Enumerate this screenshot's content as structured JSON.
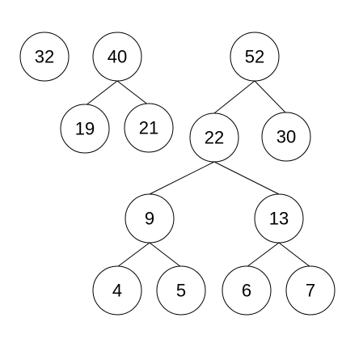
{
  "diagram": {
    "type": "forest",
    "colors": {
      "stroke": "#000000",
      "fill": "#ffffff",
      "text": "#000000"
    },
    "nodes": {
      "n32": "32",
      "n40": "40",
      "n19": "19",
      "n21": "21",
      "n52": "52",
      "n22": "22",
      "n30": "30",
      "n9": "9",
      "n13": "13",
      "n4": "4",
      "n5": "5",
      "n6": "6",
      "n7": "7"
    },
    "edges": [
      [
        "n40",
        "n19"
      ],
      [
        "n40",
        "n21"
      ],
      [
        "n52",
        "n22"
      ],
      [
        "n52",
        "n30"
      ],
      [
        "n22",
        "n9"
      ],
      [
        "n22",
        "n13"
      ],
      [
        "n9",
        "n4"
      ],
      [
        "n9",
        "n5"
      ],
      [
        "n13",
        "n6"
      ],
      [
        "n13",
        "n7"
      ]
    ]
  }
}
